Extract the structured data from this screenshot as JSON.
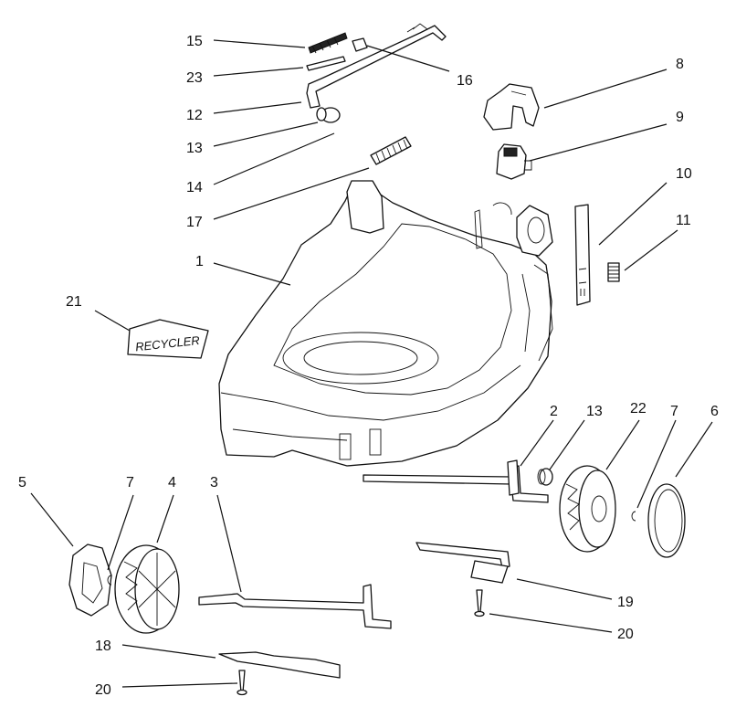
{
  "labels": {
    "l15": "15",
    "l23": "23",
    "l16": "16",
    "l12": "12",
    "l13a": "13",
    "l14": "14",
    "l17": "17",
    "l8": "8",
    "l9": "9",
    "l10": "10",
    "l11": "11",
    "l1": "1",
    "l21": "21",
    "l2": "2",
    "l13b": "13",
    "l22": "22",
    "l7a": "7",
    "l6": "6",
    "l5": "5",
    "l7b": "7",
    "l4": "4",
    "l3": "3",
    "l19": "19",
    "l20a": "20",
    "l18": "18",
    "l20b": "20"
  },
  "decal_text": "RECYCLER"
}
